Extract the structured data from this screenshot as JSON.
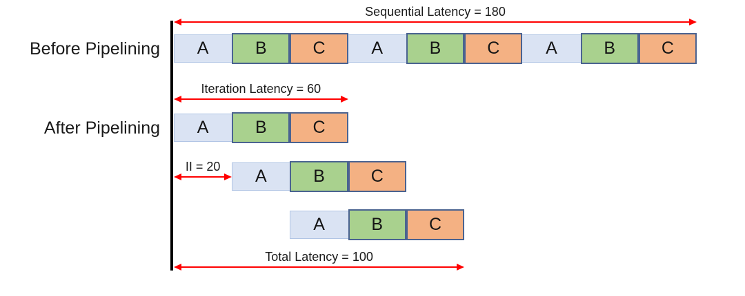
{
  "labels": {
    "before": "Before Pipelining",
    "after": "After Pipelining"
  },
  "diagram": {
    "stage_duration": 20,
    "stages": [
      {
        "label": "A",
        "fill": "#dae3f3",
        "border": "#b0c4e4",
        "overlay": false
      },
      {
        "label": "B",
        "fill": "#a9d18e",
        "border": "#4a6391",
        "overlay": true
      },
      {
        "label": "C",
        "fill": "#f4b183",
        "border": "#4a6391",
        "overlay": true
      }
    ],
    "rows": [
      {
        "name": "before-pipelining-row",
        "start": 0,
        "iterations": 3
      },
      {
        "name": "after-pipelining-row-1",
        "start": 0,
        "iterations": 1
      },
      {
        "name": "after-pipelining-row-2",
        "start": 20,
        "iterations": 1
      },
      {
        "name": "after-pipelining-row-3",
        "start": 40,
        "iterations": 1
      }
    ],
    "annotations": [
      {
        "name": "sequential-latency",
        "text": "Sequential Latency = 180",
        "from": 0,
        "to": 180
      },
      {
        "name": "iteration-latency",
        "text": "Iteration Latency = 60",
        "from": 0,
        "to": 60
      },
      {
        "name": "initiation-interval",
        "text": "II = 20",
        "from": 0,
        "to": 20
      },
      {
        "name": "total-latency",
        "text": "Total Latency = 100",
        "from": 0,
        "to": 100
      }
    ],
    "colors": {
      "arrow": "#ff0000",
      "axis_line": "#000000",
      "text": "#1a1a1a"
    }
  }
}
